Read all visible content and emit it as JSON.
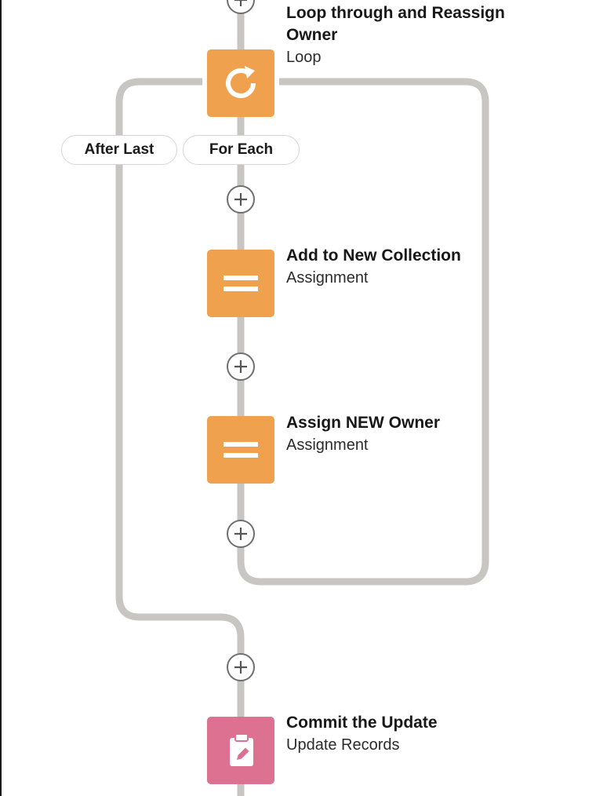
{
  "flow": {
    "loop": {
      "name": "Loop through and Reassign Owner",
      "type": "Loop",
      "icon": "loop-icon",
      "color": "#f0a14d"
    },
    "paths": {
      "after_last": "After Last",
      "for_each": "For Each"
    },
    "add_to_collection": {
      "name": "Add to New Collection",
      "type": "Assignment",
      "icon": "assignment-icon",
      "color": "#f0a14d"
    },
    "assign_owner": {
      "name": "Assign NEW Owner",
      "type": "Assignment",
      "icon": "assignment-icon",
      "color": "#f0a14d"
    },
    "commit_update": {
      "name": "Commit the Update",
      "type": "Update Records",
      "icon": "update-records-icon",
      "color": "#dc7192"
    },
    "connector_color": "#c8c6c3",
    "add_icon": "add-icon"
  }
}
